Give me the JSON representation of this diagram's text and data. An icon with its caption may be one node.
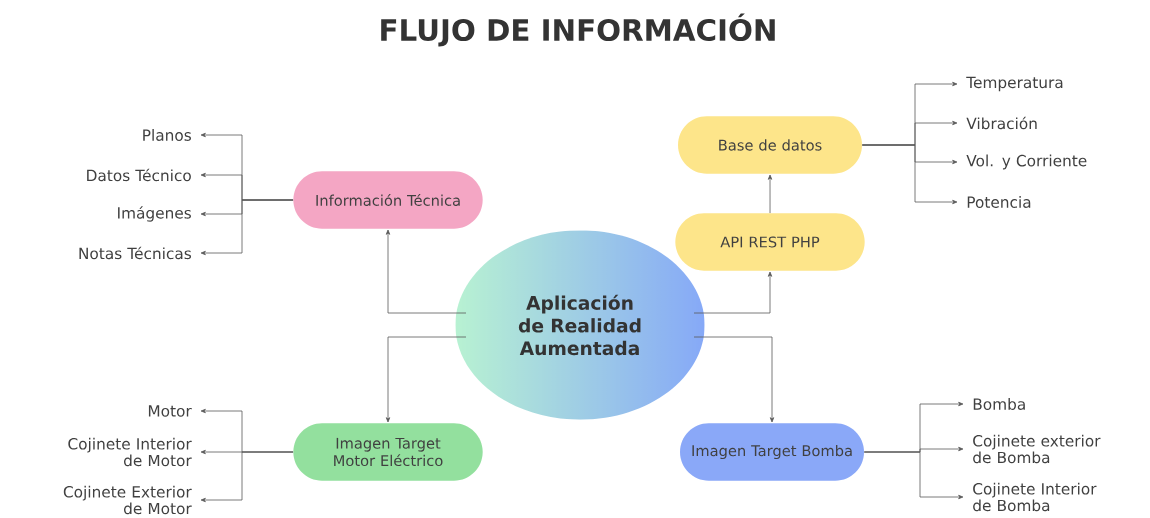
{
  "diagram": {
    "title": "FLUJO DE INFORMACIÓN",
    "nodes": [
      {
        "text": [
          "Planos"
        ]
      },
      {
        "text": [
          "Datos Técnico"
        ]
      },
      {
        "text": [
          "Imágenes"
        ]
      },
      {
        "text": [
          "Notas Técnicas"
        ]
      },
      {
        "text": [
          "Información Técnica"
        ]
      },
      {
        "text": [
          "Base de datos"
        ]
      },
      {
        "text": [
          "API REST PHP"
        ]
      },
      {
        "text": [
          "Temperatura"
        ]
      },
      {
        "text": [
          "Vibración"
        ]
      },
      {
        "text": [
          "Vol. y Corriente"
        ]
      },
      {
        "text": [
          "Potencia"
        ]
      },
      {
        "text": [
          "Aplicación de Realidad Aumentada"
        ]
      },
      {
        "text": [
          "Motor"
        ]
      },
      {
        "text": [
          "Cojinete Interior de Motor"
        ]
      },
      {
        "text": [
          "Cojinete Exterior de Motor"
        ]
      },
      {
        "text": [
          "Imagen Target Motor Eléctrico"
        ]
      },
      {
        "text": [
          "Imagen Target Bomba"
        ]
      },
      {
        "text": [
          "Bomba"
        ]
      },
      {
        "text": [
          "Cojinete exterior de Bomba"
        ]
      },
      {
        "text": [
          "Cojinete Interior de Bomba"
        ]
      }
    ],
    "edges": [
      {
        "from": 11,
        "to": 4,
        "arrow": "to"
      },
      {
        "from": 11,
        "to": 6,
        "arrow": "to"
      },
      {
        "from": 6,
        "to": 5,
        "arrow": "to"
      },
      {
        "from": 11,
        "to": 15,
        "arrow": "to"
      },
      {
        "from": 11,
        "to": 16,
        "arrow": "to"
      },
      {
        "from": 4,
        "to": 0,
        "arrow": "to"
      },
      {
        "from": 4,
        "to": 1,
        "arrow": "to"
      },
      {
        "from": 4,
        "to": 2,
        "arrow": "to"
      },
      {
        "from": 4,
        "to": 3,
        "arrow": "to"
      },
      {
        "from": 5,
        "to": 7,
        "arrow": "to"
      },
      {
        "from": 5,
        "to": 8,
        "arrow": "to"
      },
      {
        "from": 5,
        "to": 9,
        "arrow": "to"
      },
      {
        "from": 5,
        "to": 10,
        "arrow": "to"
      },
      {
        "from": 15,
        "to": 12,
        "arrow": "to"
      },
      {
        "from": 15,
        "to": 13,
        "arrow": "to"
      },
      {
        "from": 15,
        "to": 14,
        "arrow": "to"
      },
      {
        "from": 16,
        "to": 17,
        "arrow": "to"
      },
      {
        "from": 16,
        "to": 18,
        "arrow": "to"
      },
      {
        "from": 16,
        "to": 19,
        "arrow": "to"
      }
    ]
  }
}
